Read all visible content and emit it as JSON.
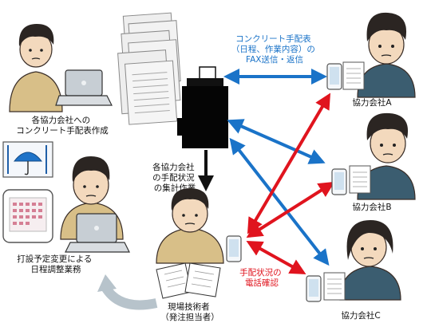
{
  "labels": {
    "office_worker": [
      "各協力会社への",
      "コンクリート手配表作成"
    ],
    "fax_note": [
      "コンクリート手配表",
      "（日程、作業内容）の",
      "FAX送信・返信"
    ],
    "aggregation_note": [
      "各協力会社",
      "の手配状況",
      "の集計作業"
    ],
    "schedule_worker": [
      "打設予定変更による",
      "日程調整業務"
    ],
    "site_engineer": [
      "現場技術者",
      "（発注担当者）"
    ],
    "phone_note": [
      "手配状況の",
      "電話確認"
    ],
    "company_a": "協力会社A",
    "company_b": "協力会社B",
    "company_c": "協力会社C"
  },
  "colors": {
    "fax_arrow": "#1a73c8",
    "phone_arrow": "#e0141e",
    "flow_arrow": "#111111",
    "cycle_arrow": "#b7c3cb"
  },
  "icons": [
    "laptop-icon",
    "fax-machine-icon",
    "paper-stack-icon",
    "umbrella-rain-icon",
    "calendar-icon",
    "smartphone-icon",
    "document-icon"
  ]
}
